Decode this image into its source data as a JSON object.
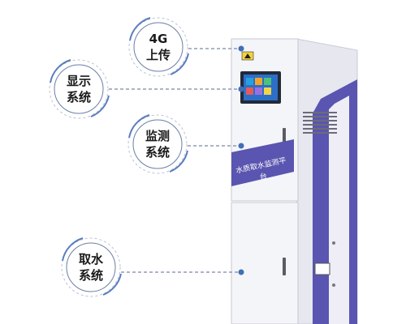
{
  "callouts": [
    {
      "line1": "4G",
      "line2": "上传"
    },
    {
      "line1": "显示",
      "line2": "系统"
    },
    {
      "line1": "监测",
      "line2": "系统"
    },
    {
      "line1": "取水",
      "line2": "系统"
    }
  ],
  "cabinet": {
    "label": "水质取水监测平台"
  },
  "colors": {
    "accent": "#5a55b0",
    "dot": "#3f6fb7",
    "cabinet_body": "#f2f3f6",
    "screen": "#2c6fc8"
  }
}
